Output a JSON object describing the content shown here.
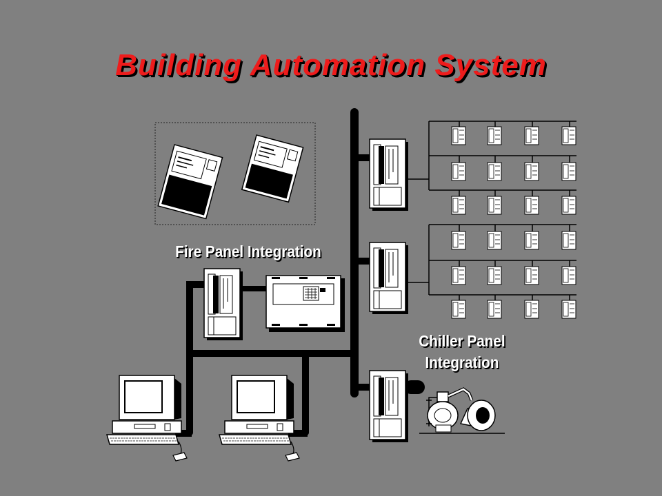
{
  "title": "Building Automation System",
  "labels": {
    "fire_panel": "Fire Panel Integration",
    "chiller_line1": "Chiller Panel",
    "chiller_line2": "Integration"
  },
  "colors": {
    "background": "#808080",
    "title": "#ee1c1c",
    "label": "#ffffff",
    "bus": "#000000",
    "device": "#ffffff"
  }
}
